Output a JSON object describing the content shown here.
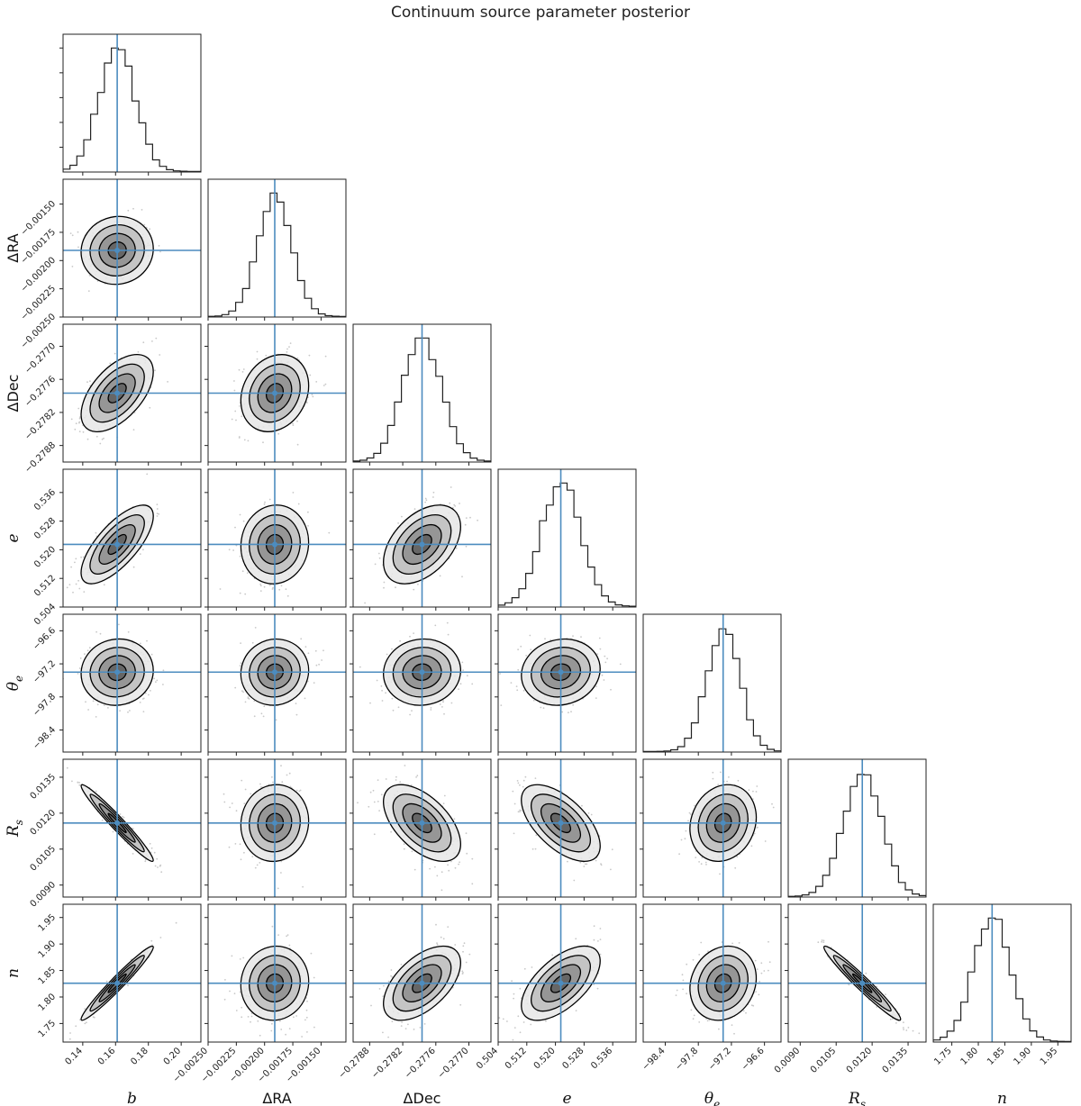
{
  "title": "Continuum source parameter posterior",
  "chart_data": {
    "type": "corner",
    "title": "Continuum source parameter posterior",
    "grid": false,
    "truth_color": "#4c8cbf",
    "contour_color": "#000000",
    "parameters": [
      {
        "label": "b",
        "latex": "b",
        "range": [
          0.128,
          0.212
        ],
        "truth": 0.161,
        "std": 0.011,
        "ticks": [
          0.14,
          0.16,
          0.18,
          0.2
        ],
        "tick_labels": [
          "0.14",
          "0.16",
          "0.18",
          "0.20"
        ]
      },
      {
        "label": "ΔRA",
        "latex": "ΔRA",
        "range": [
          -0.0025,
          -0.00128
        ],
        "truth": -0.00191,
        "std": 0.00015,
        "ticks": [
          -0.0025,
          -0.00225,
          -0.002,
          -0.00175,
          -0.0015
        ],
        "tick_labels": [
          "−0.00250",
          "−0.00225",
          "−0.00200",
          "−0.00175",
          "−0.00150"
        ]
      },
      {
        "label": "ΔDec",
        "latex": "ΔDec",
        "range": [
          -0.2791,
          -0.2766
        ],
        "truth": -0.27785,
        "std": 0.00035,
        "ticks": [
          -0.2788,
          -0.2782,
          -0.2776,
          -0.277
        ],
        "tick_labels": [
          "−0.2788",
          "−0.2782",
          "−0.2776",
          "−0.2770"
        ]
      },
      {
        "label": "e",
        "latex": "e",
        "range": [
          0.504,
          0.5425
        ],
        "truth": 0.5215,
        "std": 0.0055,
        "ticks": [
          0.504,
          0.512,
          0.52,
          0.528,
          0.536
        ],
        "tick_labels": [
          "0.504",
          "0.512",
          "0.520",
          "0.528",
          "0.536"
        ]
      },
      {
        "label": "θ_e",
        "latex": "θe",
        "range": [
          -98.8,
          -96.3
        ],
        "truth": -97.35,
        "std": 0.3,
        "ticks": [
          -98.4,
          -97.8,
          -97.2,
          -96.6
        ],
        "tick_labels": [
          "−98.4",
          "−97.8",
          "−97.2",
          "−96.6"
        ]
      },
      {
        "label": "R_s",
        "latex": "Rs",
        "range": [
          0.0085,
          0.01425
        ],
        "truth": 0.01159,
        "std": 0.0008,
        "ticks": [
          0.009,
          0.0105,
          0.012,
          0.0135
        ],
        "tick_labels": [
          "0.0090",
          "0.0105",
          "0.0120",
          "0.0135"
        ]
      },
      {
        "label": "n",
        "latex": "n",
        "range": [
          1.715,
          1.975
        ],
        "truth": 1.826,
        "std": 0.035,
        "ticks": [
          1.75,
          1.8,
          1.85,
          1.9,
          1.95
        ],
        "tick_labels": [
          "1.75",
          "1.80",
          "1.85",
          "1.90",
          "1.95"
        ]
      }
    ],
    "correlations": [
      [
        1,
        0.05,
        0.55,
        0.72,
        0.05,
        -0.97,
        0.97
      ],
      [
        0.05,
        1,
        0.2,
        0.05,
        0.05,
        0.05,
        0.05
      ],
      [
        0.55,
        0.2,
        1,
        0.45,
        0.05,
        -0.55,
        0.55
      ],
      [
        0.72,
        0.05,
        0.45,
        1,
        0.1,
        -0.6,
        0.6
      ],
      [
        0.05,
        0.05,
        0.05,
        0.1,
        1,
        0.15,
        0.15
      ],
      [
        -0.97,
        0.05,
        -0.55,
        -0.6,
        0.15,
        1,
        -0.97
      ],
      [
        0.97,
        0.05,
        0.55,
        0.6,
        0.15,
        -0.97,
        1
      ]
    ],
    "contour_levels_sigma": [
      0.5,
      1.0,
      1.5,
      2.0
    ],
    "histogram_bins": 20
  }
}
